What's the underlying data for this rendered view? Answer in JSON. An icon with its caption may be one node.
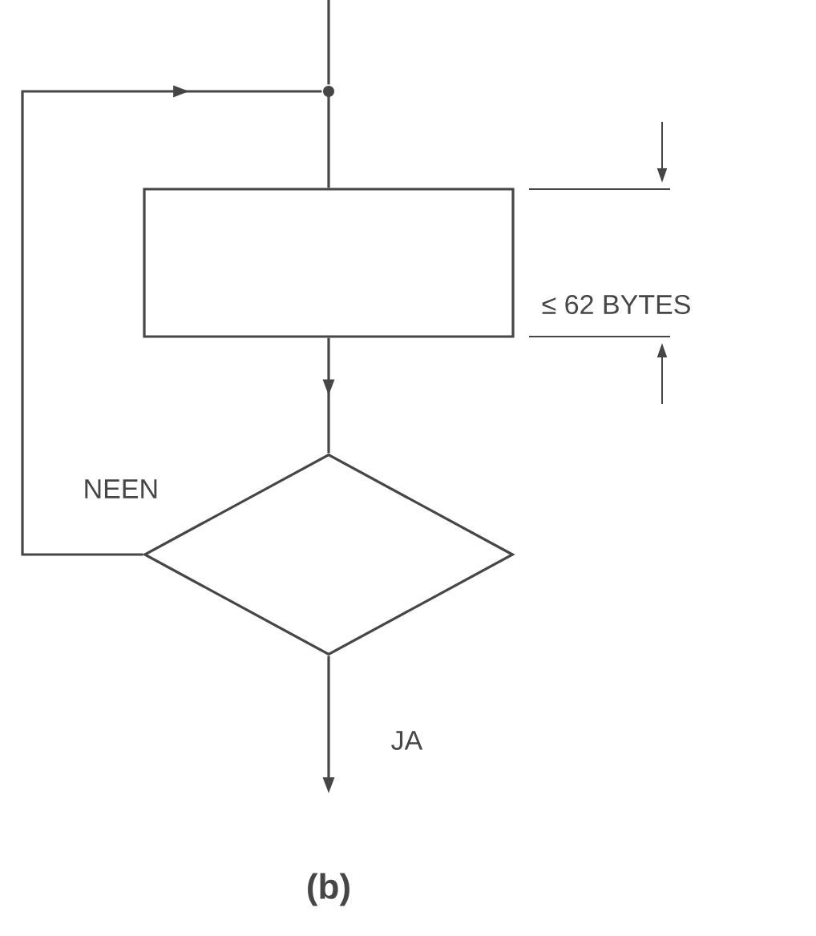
{
  "diagram": {
    "caption": "(b)",
    "nodes": [
      {
        "text": [],
        "shape": "circle"
      },
      {
        "text": [],
        "shape": "box"
      },
      {
        "text": [],
        "shape": "diamond"
      }
    ],
    "edges": [
      {
        "from": null,
        "to": 0,
        "arrow": "none"
      },
      {
        "from": 0,
        "to": 1,
        "arrow": "none"
      },
      {
        "from": 1,
        "to": 2,
        "arrow": "to"
      },
      {
        "from": 2,
        "to": 0,
        "arrow": "to",
        "label": "NEEN"
      },
      {
        "from": 2,
        "to": null,
        "arrow": "to",
        "label": "JA"
      }
    ],
    "labels": [
      "≤ 62 BYTES"
    ]
  }
}
